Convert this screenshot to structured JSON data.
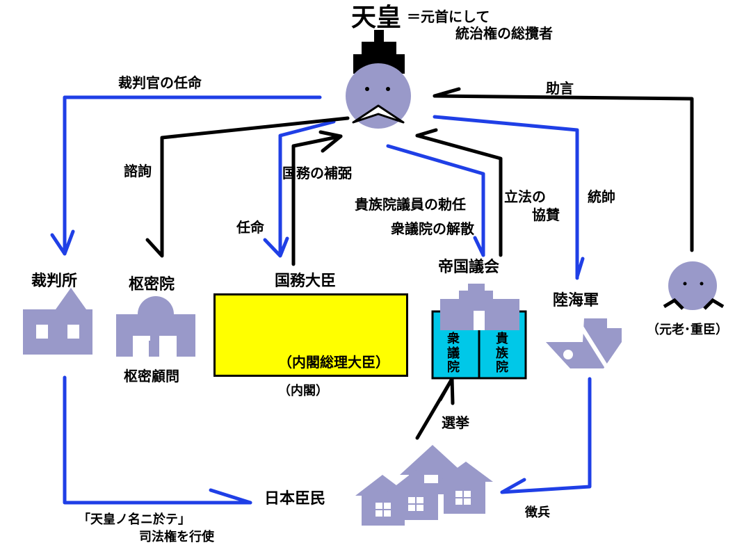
{
  "emperor": {
    "name": "天皇",
    "desc_line1": "＝元首にして",
    "desc_line2": "統治権の総攬者"
  },
  "relations": {
    "judges_appointment": "裁判官の任命",
    "consultation": "諮詢",
    "state_affairs_assistance": "国務の補弼",
    "appointment": "任命",
    "peers_appointment": "貴族院議員の勅任",
    "dissolution": "衆議院の解散",
    "legislation_consent_line1": "立法の",
    "legislation_consent_line2": "協賛",
    "supreme_command": "統帥",
    "advice": "助言",
    "election": "選挙",
    "conscription": "徴兵"
  },
  "institutions": {
    "court": "裁判所",
    "privy_council": "枢密院",
    "privy_councilors": "枢密顧問",
    "ministers": "国務大臣",
    "prime_minister": "（内閣総理大臣）",
    "cabinet": "（内閣）",
    "diet": "帝国議会",
    "house_of_representatives": "衆議院",
    "house_of_peers": "貴族院",
    "military": "陸海軍",
    "elder_statesmen": "（元老･重臣）"
  },
  "subjects": {
    "label": "日本臣民",
    "judicial_note_line1": "「天皇ノ名ニ於テ」",
    "judicial_note_line2": "司法権を行使"
  },
  "colors": {
    "blue_line": "#1f3fe6",
    "black_line": "#000000",
    "building_fill": "#9999c9",
    "cabinet_bg": "#ffff00",
    "chamber_fill": "#00c8e8"
  }
}
